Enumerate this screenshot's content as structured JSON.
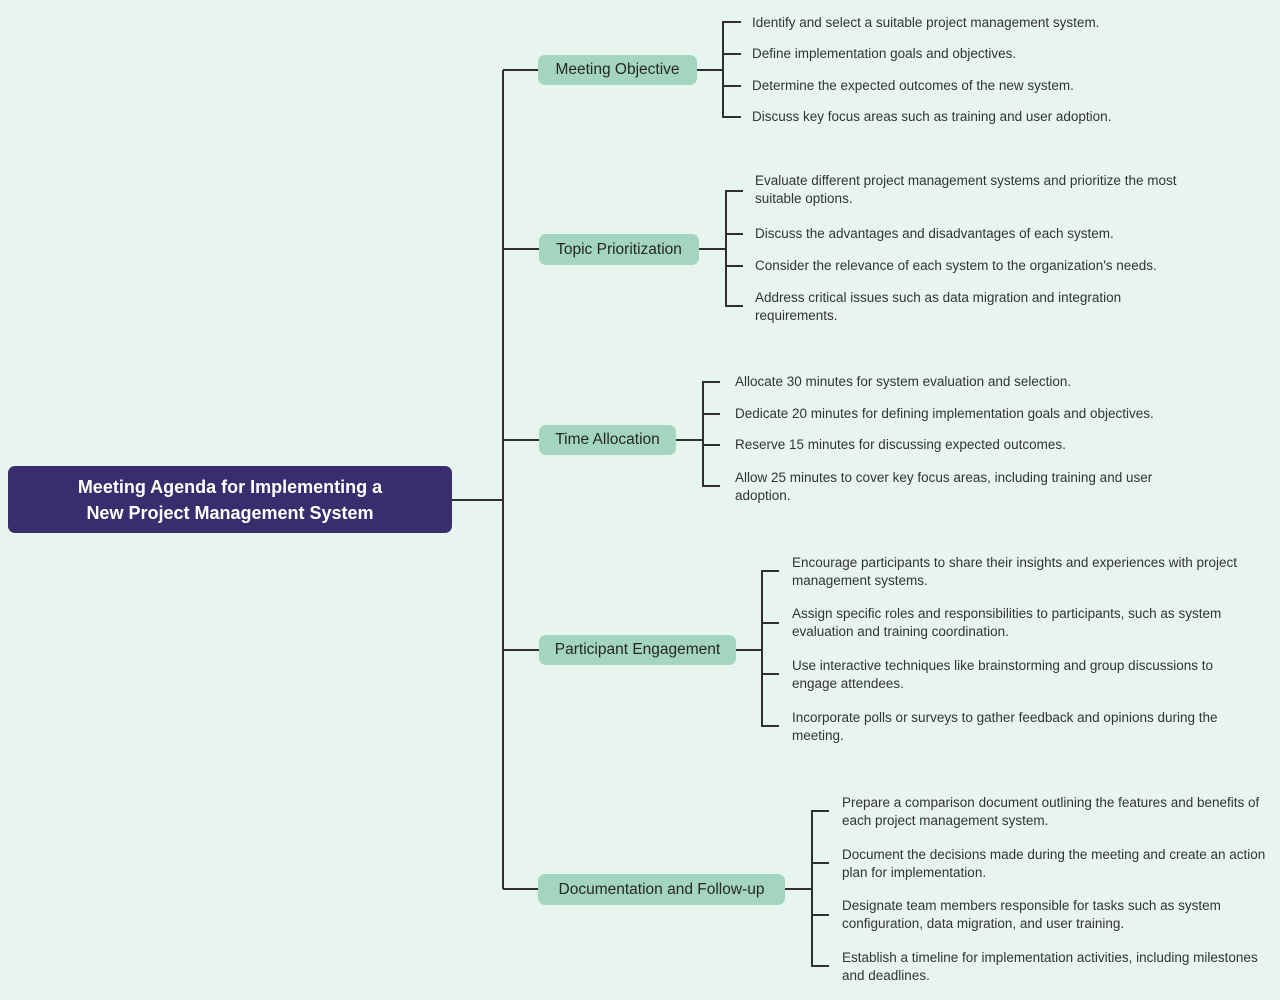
{
  "canvas_color": "#e8f4ee",
  "connector_color": "#2f2f2f",
  "root": {
    "title": "Meeting Agenda for Implementing a\nNew Project Management System",
    "color": "#3a2d6d",
    "text_color": "#ffffff"
  },
  "branches": [
    {
      "label": "Meeting Objective",
      "color": "#a4d6bf",
      "leaves": [
        "Identify and select a suitable project management system.",
        "Define implementation goals and objectives.",
        "Determine the expected outcomes of the new system.",
        "Discuss key focus areas such as training and user adoption."
      ]
    },
    {
      "label": "Topic Prioritization",
      "color": "#a4d6bf",
      "leaves": [
        "Evaluate different project management systems and prioritize the most\nsuitable options.",
        "Discuss the advantages and disadvantages of each system.",
        "Consider the relevance of each system to the organization's needs.",
        "Address critical issues such as data migration and integration\nrequirements."
      ]
    },
    {
      "label": "Time Allocation",
      "color": "#a4d6bf",
      "leaves": [
        "Allocate 30 minutes for system evaluation and selection.",
        "Dedicate 20 minutes for defining implementation goals and objectives.",
        "Reserve 15 minutes for discussing expected outcomes.",
        "Allow 25 minutes to cover key focus areas, including training and user\nadoption."
      ]
    },
    {
      "label": "Participant Engagement",
      "color": "#a4d6bf",
      "leaves": [
        "Encourage participants to share their insights and experiences with project\nmanagement systems.",
        "Assign specific roles and responsibilities to participants, such as system\nevaluation and training coordination.",
        "Use interactive techniques like brainstorming and group discussions to\nengage attendees.",
        "Incorporate polls or surveys to gather feedback and opinions during the\nmeeting."
      ]
    },
    {
      "label": "Documentation and Follow-up",
      "color": "#a4d6bf",
      "leaves": [
        "Prepare a comparison document outlining the features and benefits of\neach project management system.",
        "Document the decisions made during the meeting and create an action\nplan for implementation.",
        "Designate team members responsible for tasks such as system\nconfiguration, data migration, and user training.",
        "Establish a timeline for implementation activities, including milestones\nand deadlines."
      ]
    }
  ]
}
